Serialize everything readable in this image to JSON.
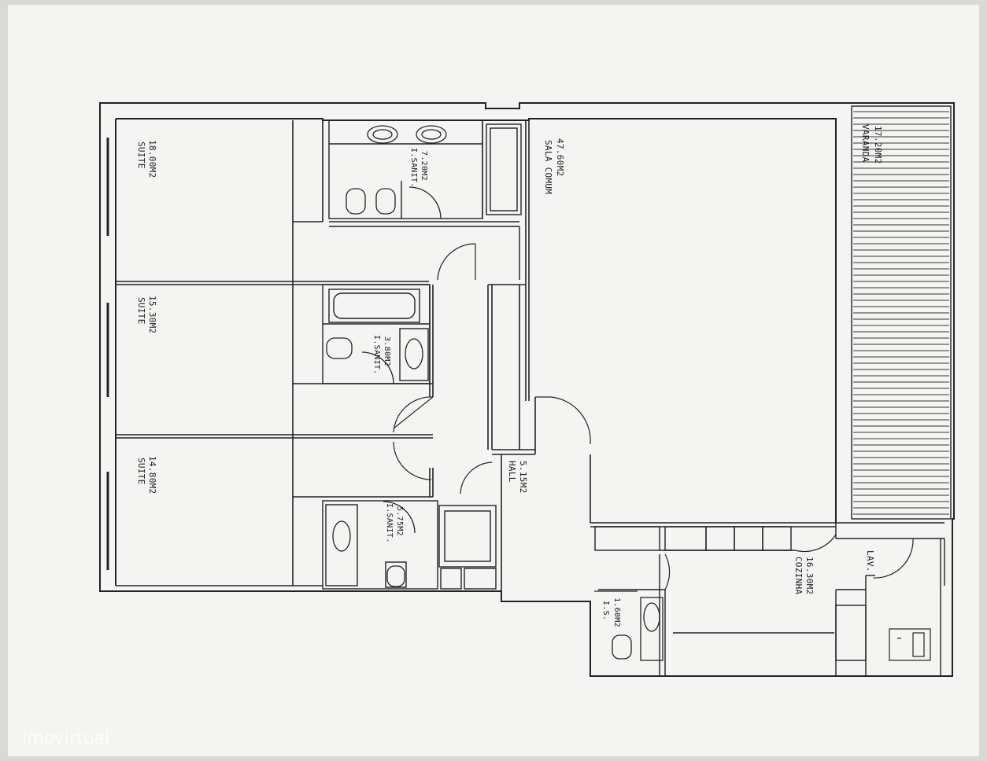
{
  "plan": {
    "rooms": {
      "suite_1": {
        "name": "SUITE",
        "area": "18.00M2"
      },
      "suite_2": {
        "name": "SUITE",
        "area": "15.30M2"
      },
      "suite_3": {
        "name": "SUITE",
        "area": "14.80M2"
      },
      "isanit_1": {
        "name": "I.SANIT.",
        "area": "7.20M2"
      },
      "isanit_2": {
        "name": "I.SANIT.",
        "area": "3.80M2"
      },
      "isanit_3": {
        "name": "I.SANIT.",
        "area": "5.75M2"
      },
      "hall": {
        "name": "HALL",
        "area": "5.15M2"
      },
      "sala": {
        "name": "SALA COMUM",
        "area": "47.60M2"
      },
      "varanda": {
        "name": "VARANDA",
        "area": "17.20M2"
      },
      "cozinha": {
        "name": "COZINHA",
        "area": "16.30M2"
      },
      "lav": {
        "name": "LAV."
      },
      "is_small": {
        "name": "I.S.",
        "area": "1.60M2"
      }
    }
  },
  "watermark": "imovirtual",
  "colors": {
    "paper": "#f4f4f2",
    "background": "#d9d9d7",
    "line": "#222222"
  }
}
